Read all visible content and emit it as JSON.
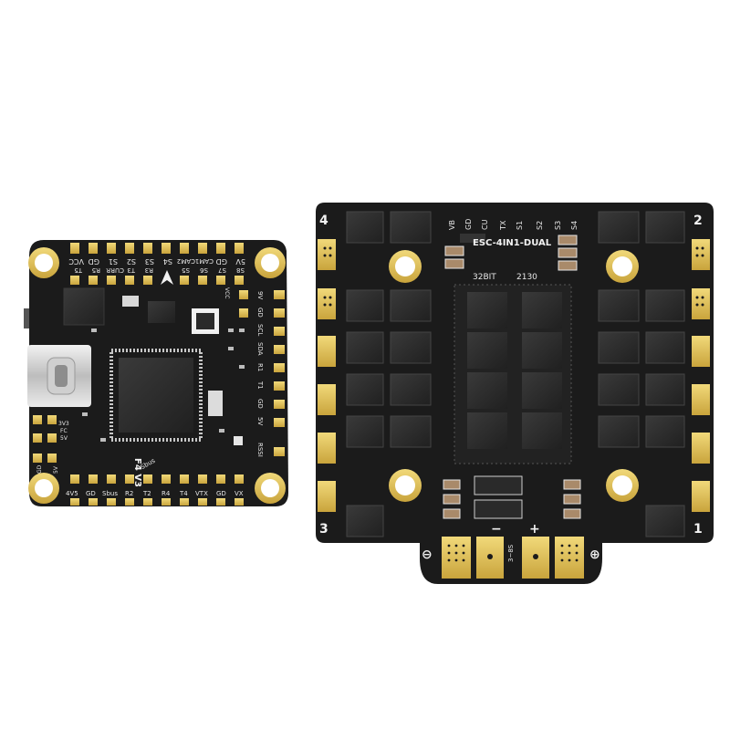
{
  "flight_controller": {
    "model": "F4 V3",
    "pads_top": [
      "VCC",
      "GD",
      "S1",
      "S2",
      "S3",
      "S4",
      "CAM2",
      "CAM1",
      "GD",
      "5V"
    ],
    "pads_top2": [
      "T5",
      "R5",
      "CURR",
      "T3",
      "R3",
      "S5",
      "S6",
      "S7",
      "S8"
    ],
    "pads_right": [
      "9V",
      "GD",
      "SCL",
      "SDA",
      "R1",
      "T1",
      "GD",
      "5V",
      "RSSI"
    ],
    "pads_left": [
      "3V3",
      "FC",
      "5V",
      "GD",
      "5V"
    ],
    "pads_bottom": [
      "4V5",
      "GD",
      "Sbus",
      "R2",
      "T2",
      "R4",
      "T4",
      "VTX",
      "GD",
      "VX"
    ],
    "vcc_label": "VCC",
    "sbus_label": "Sbus"
  },
  "esc": {
    "model": "ESC-4IN1-DUAL",
    "firmware": "32BIT",
    "current": "2130",
    "pads_top": [
      "VB",
      "GD",
      "CU",
      "TX",
      "S1",
      "S2",
      "S3",
      "S4"
    ],
    "voltage": "3~8S",
    "minus": "−",
    "plus": "+",
    "neg_symbol": "⊖",
    "pos_symbol": "⊕",
    "corners": [
      "4",
      "2",
      "3",
      "1"
    ]
  },
  "colors": {
    "pcb": "#1b1b1b",
    "gold": "#e2c25a",
    "silk": "#e8e8e8"
  }
}
